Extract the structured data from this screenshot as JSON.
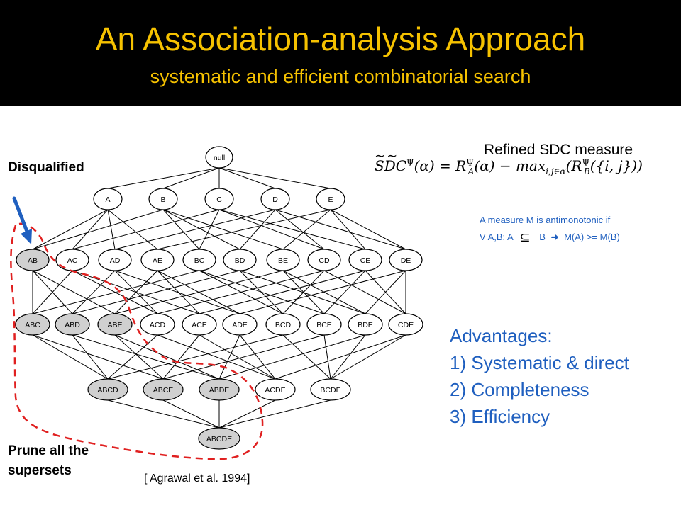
{
  "header": {
    "title": "An Association-analysis Approach",
    "subtitle": "systematic and efficient combinatorial search"
  },
  "labels": {
    "disqualified": "Disqualified",
    "prune_line1": "Prune all the",
    "prune_line2": "supersets",
    "citation": "[ Agrawal et al. 1994]"
  },
  "measure": {
    "heading": "Refined SDC measure",
    "formula": "SDC^Ψ(α) = R_A^Ψ(α) − max_{i,j∈α}(R_B^Ψ({i, j}))",
    "antimonotonic_line1": "A measure M is antimonotonic if",
    "antimonotonic_line2_a": "V A,B: A",
    "antimonotonic_line2_b": "B",
    "antimonotonic_line2_c": "M(A) >= M(B)"
  },
  "advantages": {
    "heading": "Advantages:",
    "items": [
      "1) Systematic & direct",
      "2) Completeness",
      "3) Efficiency"
    ]
  },
  "lattice": {
    "levels": [
      [
        "null"
      ],
      [
        "A",
        "B",
        "C",
        "D",
        "E"
      ],
      [
        "AB",
        "AC",
        "AD",
        "AE",
        "BC",
        "BD",
        "BE",
        "CD",
        "CE",
        "DE"
      ],
      [
        "ABC",
        "ABD",
        "ABE",
        "ACD",
        "ACE",
        "ADE",
        "BCD",
        "BCE",
        "BDE",
        "CDE"
      ],
      [
        "ABCD",
        "ABCE",
        "ABDE",
        "ACDE",
        "BCDE"
      ],
      [
        "ABCDE"
      ]
    ],
    "pruned": [
      "AB",
      "ABC",
      "ABD",
      "ABE",
      "ABCD",
      "ABCE",
      "ABDE",
      "ABCDE"
    ],
    "pruned_fill": "#d0d0d0",
    "node_fill": "#ffffff",
    "arrow_color": "#1f5fbf",
    "prune_boundary_color": "#e02020"
  }
}
